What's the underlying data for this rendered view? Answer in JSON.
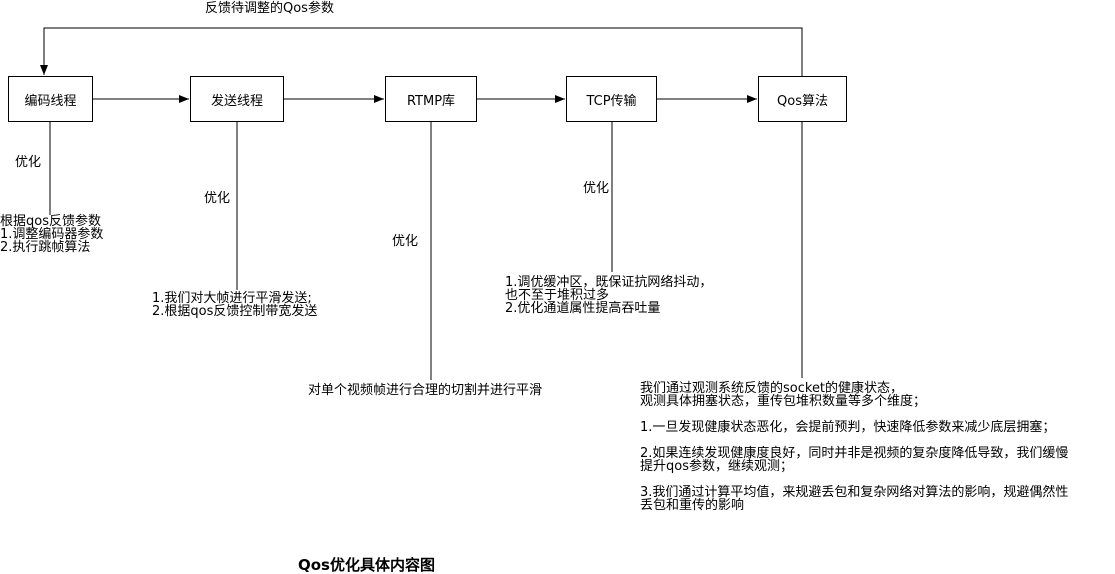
{
  "feedback_label": "反馈待调整的Qos参数",
  "nodes": [
    {
      "label": "编码线程",
      "opt_label": "优化",
      "note": "根据qos反馈参数\n1.调整编码器参数\n2.执行跳帧算法"
    },
    {
      "label": "发送线程",
      "opt_label": "优化",
      "note": "1.我们对大帧进行平滑发送;\n2.根据qos反馈控制带宽发送"
    },
    {
      "label": "RTMP库",
      "opt_label": "优化",
      "note": "对单个视频帧进行合理的切割并进行平滑"
    },
    {
      "label": "TCP传输",
      "opt_label": "优化",
      "note": "1.调优缓冲区，既保证抗网络抖动，\n也不至于堆积过多\n2.优化通道属性提高吞吐量"
    },
    {
      "label": "Qos算法",
      "note": "我们通过观测系统反馈的socket的健康状态，\n观测具体拥塞状态，重传包堆积数量等多个维度；\n\n1.一旦发现健康状态恶化，会提前预判，快速降低参数来减少底层拥塞；\n\n2.如果连续发现健康度良好，同时并非是视频的复杂度降低导致，我们缓慢\n提升qos参数，继续观测；\n\n3.我们通过计算平均值，来规避丢包和复杂网络对算法的影响，规避偶然性\n丢包和重传的影响"
    }
  ],
  "title": "Qos优化具体内容图"
}
